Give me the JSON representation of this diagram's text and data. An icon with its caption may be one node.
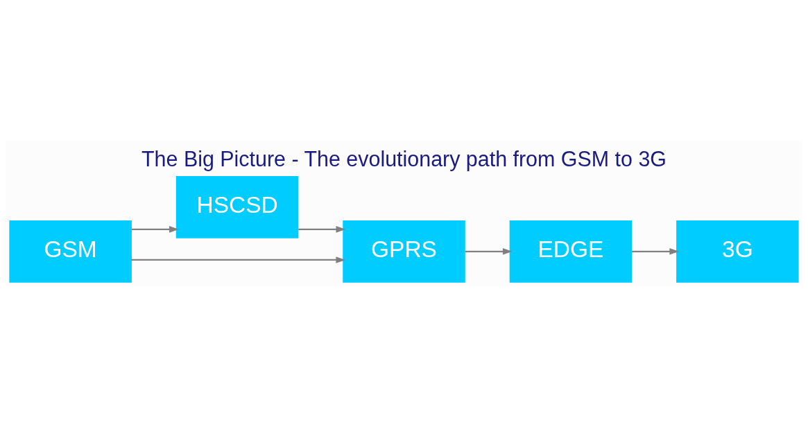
{
  "diagram": {
    "title": "The Big Picture - The evolutionary path from GSM to 3G",
    "nodes": [
      {
        "text": [
          "GSM"
        ]
      },
      {
        "text": [
          "HSCSD"
        ]
      },
      {
        "text": [
          "GPRS"
        ]
      },
      {
        "text": [
          "EDGE"
        ]
      },
      {
        "text": [
          "3G"
        ]
      }
    ],
    "edges": [
      {
        "from": 0,
        "to": 1,
        "arrow": "to"
      },
      {
        "from": 0,
        "to": 2,
        "arrow": "to"
      },
      {
        "from": 1,
        "to": 2,
        "arrow": "to"
      },
      {
        "from": 2,
        "to": 3,
        "arrow": "to"
      },
      {
        "from": 3,
        "to": 4,
        "arrow": "to"
      }
    ]
  }
}
